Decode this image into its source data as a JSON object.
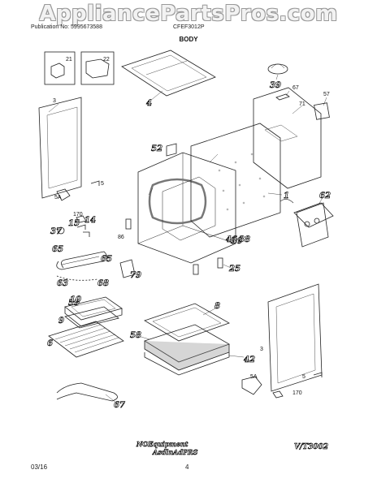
{
  "watermark": "AppliancePartsPros.com",
  "header": {
    "publication": "Publication No: 5995673588",
    "model": "CFEF3012P",
    "section_title": "BODY"
  },
  "footer": {
    "date": "03/16",
    "page": "4"
  },
  "part_labels": [
    "21",
    "22",
    "4",
    "39",
    "67",
    "71",
    "57",
    "3",
    "5",
    "5A",
    "170",
    "52",
    "1",
    "62",
    "37",
    "15",
    "14",
    "86",
    "46",
    "36",
    "38",
    "65",
    "65",
    "25",
    "79",
    "68",
    "63",
    "59",
    "9",
    "10",
    "8",
    "6",
    "58",
    "42",
    "67",
    "3",
    "5A",
    "5",
    "170"
  ],
  "stamp_codes": [
    "NOEquipment",
    "AsdlnAdPRS",
    "V/T3002"
  ],
  "colors": {
    "line": "#222222",
    "shade": "#8a8a8a",
    "watermark_outline": "#9a9a9a"
  }
}
